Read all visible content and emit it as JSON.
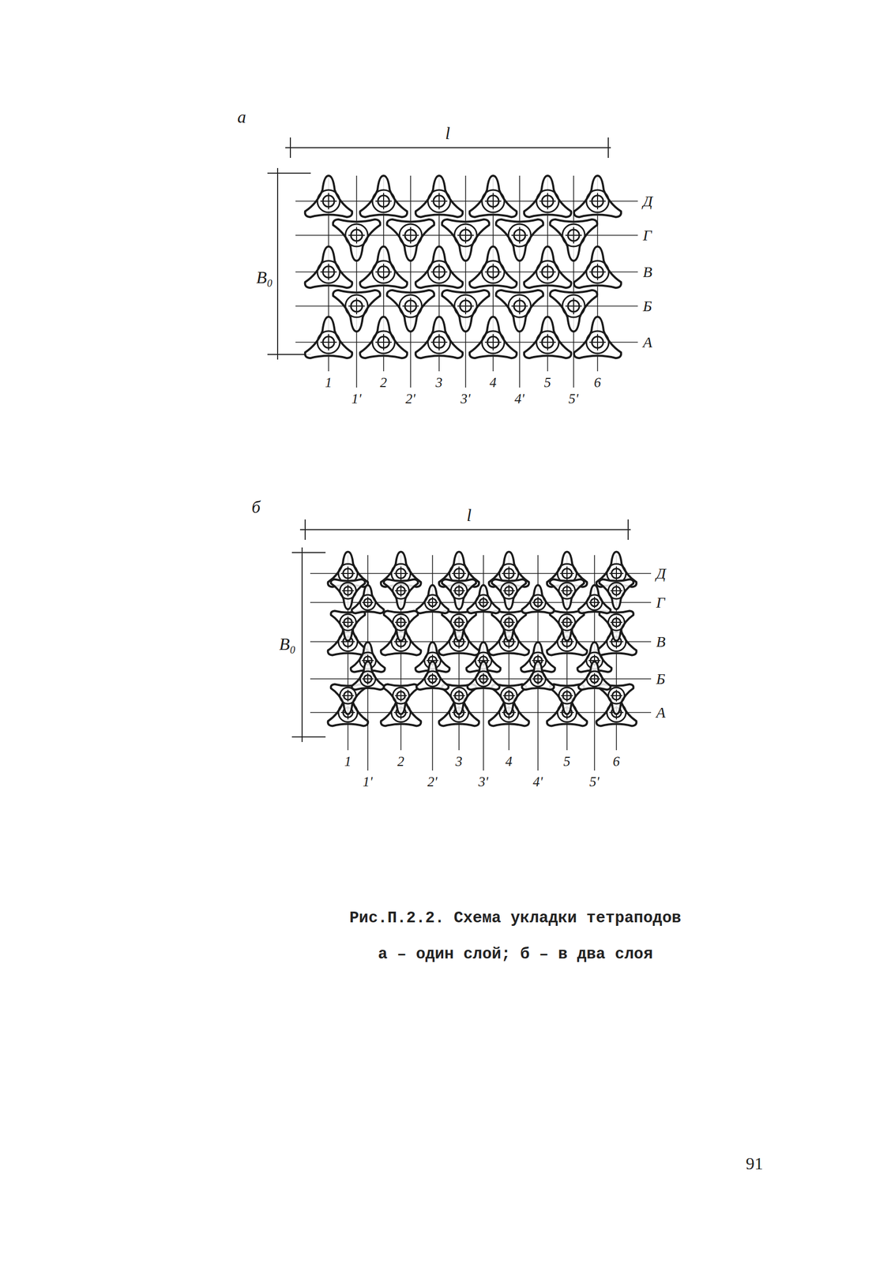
{
  "diagram": {
    "caption": "Рис.П.2.2. Схема укладки тетраподов",
    "labels": [
      "а",
      "l",
      "B₀",
      "Д",
      "Г",
      "В",
      "Б",
      "А",
      "1",
      "1'",
      "2",
      "2'",
      "3",
      "3'",
      "4",
      "4'",
      "5",
      "5'",
      "6",
      "б",
      "l",
      "B₀",
      "Д",
      "Г",
      "В",
      "Б",
      "А",
      "1",
      "1'",
      "2",
      "2'",
      "3",
      "3'",
      "4",
      "4'",
      "5",
      "5'",
      "6",
      "а – один слой; б – в два слоя",
      "91"
    ]
  }
}
